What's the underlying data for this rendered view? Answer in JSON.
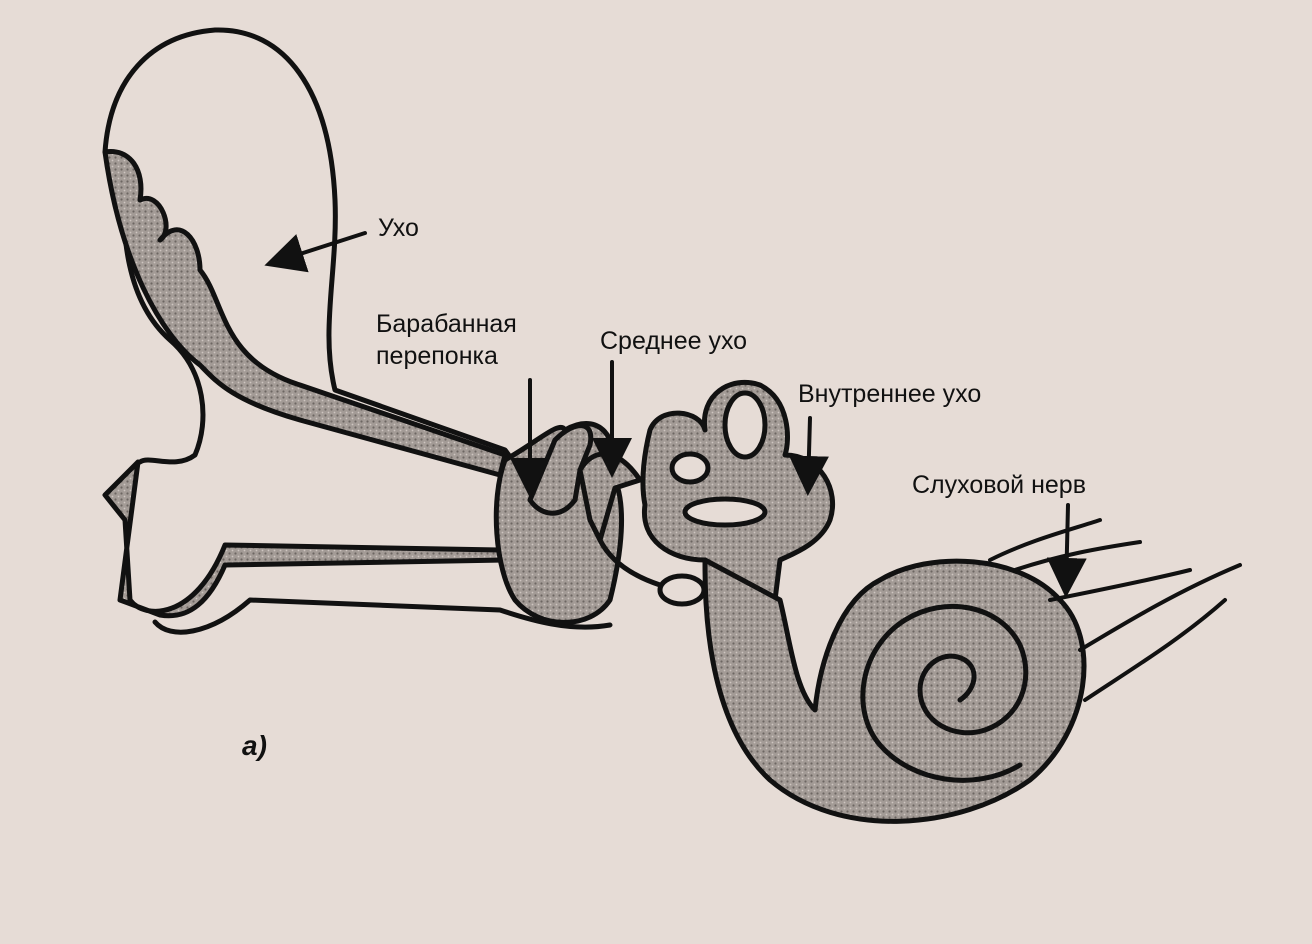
{
  "labels": {
    "ear": "Ухо",
    "eardrum_line1": "Барабанная",
    "eardrum_line2": "перепонка",
    "middle_ear": "Среднее ухо",
    "inner_ear": "Внутреннее ухо",
    "auditory_nerve": "Слуховой нерв",
    "panel": "а)"
  },
  "colors": {
    "paper": "#e6dcd6",
    "ink": "#111111",
    "shading": "#9a928d"
  }
}
